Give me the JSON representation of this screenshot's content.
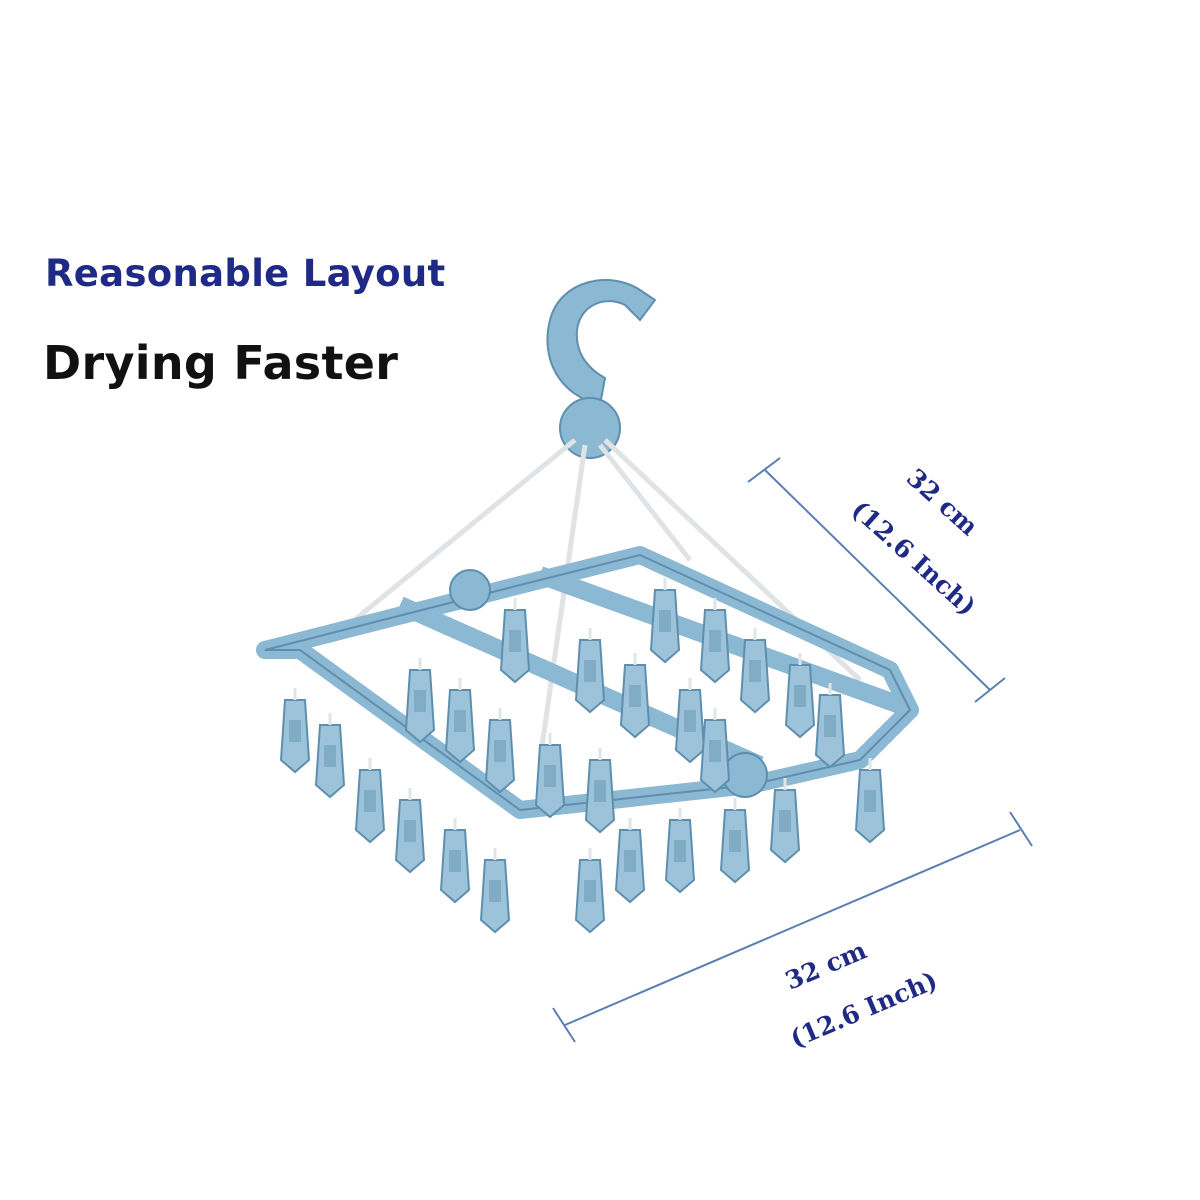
{
  "headline": {
    "line1": "Reasonable Layout",
    "line2": "Drying Faster"
  },
  "dimensions": {
    "depth": {
      "value": "32 cm",
      "inch": "(12.6 Inch)"
    },
    "width": {
      "value": "32 cm",
      "inch": "(12.6 Inch)"
    }
  },
  "colors": {
    "hanger": "#8bb8d2",
    "hanger_dark": "#5f8fae",
    "text_blue": "#1f2a86",
    "text_black": "#111111",
    "dimension_line": "#5a7fb3"
  }
}
